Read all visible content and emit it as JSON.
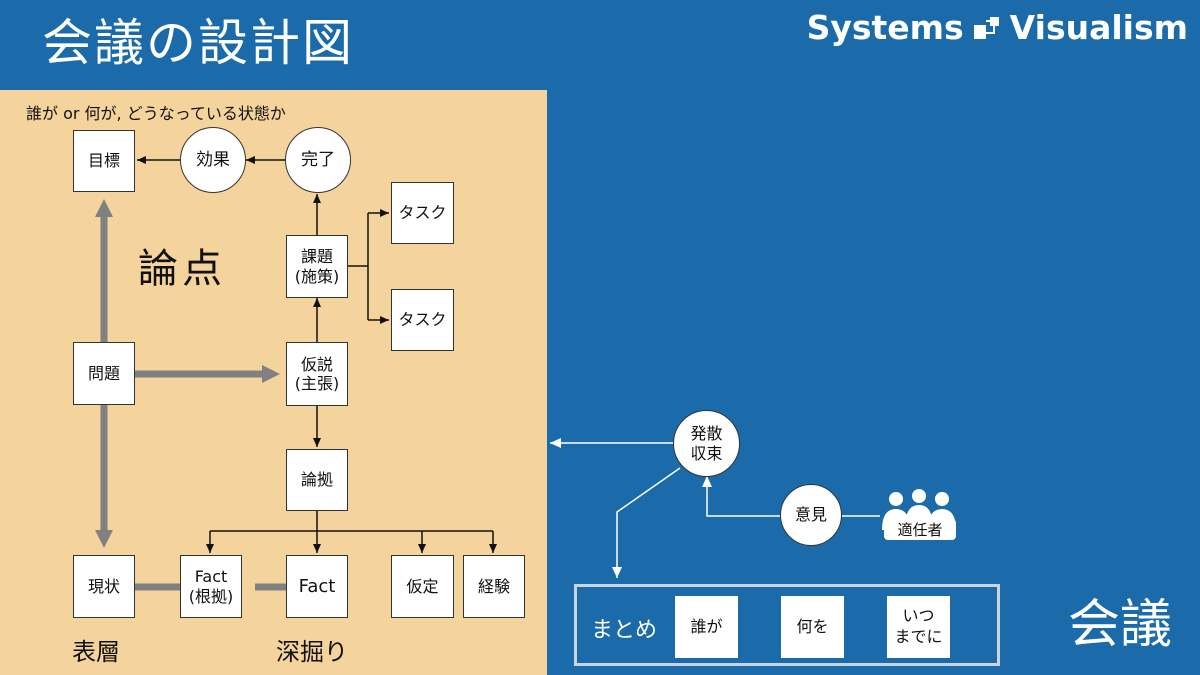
{
  "header": {
    "title": "会議の設計図",
    "brand_left": "Systems",
    "brand_right": "Visualism"
  },
  "panel": {
    "caption": "誰が or 何が, どうなっている状態か",
    "issue_label": "論点",
    "surface_label": "表層",
    "deep_label": "深掘り",
    "nodes": {
      "goal": "目標",
      "effect": "効果",
      "done": "完了",
      "task1": "タスク",
      "task2": "タスク",
      "kadai": "課題",
      "kadai_sub": "(施策)",
      "problem": "問題",
      "hypothesis": "仮説",
      "hypothesis_sub": "(主張)",
      "basis": "論拠",
      "current": "現状",
      "fact1": "Fact",
      "fact1_sub": "(根拠)",
      "fact2": "Fact",
      "assumption": "仮定",
      "experience": "経験"
    }
  },
  "meeting": {
    "diverge_1": "発散",
    "diverge_2": "収束",
    "opinion": "意見",
    "people": "適任者",
    "label": "会議",
    "summary": {
      "label": "まとめ",
      "who": "誰が",
      "what": "何を",
      "when_1": "いつ",
      "when_2": "までに"
    }
  },
  "colors": {
    "background": "#1b6bab",
    "panel": "#f4d49c",
    "thick_arrow": "#808080"
  }
}
